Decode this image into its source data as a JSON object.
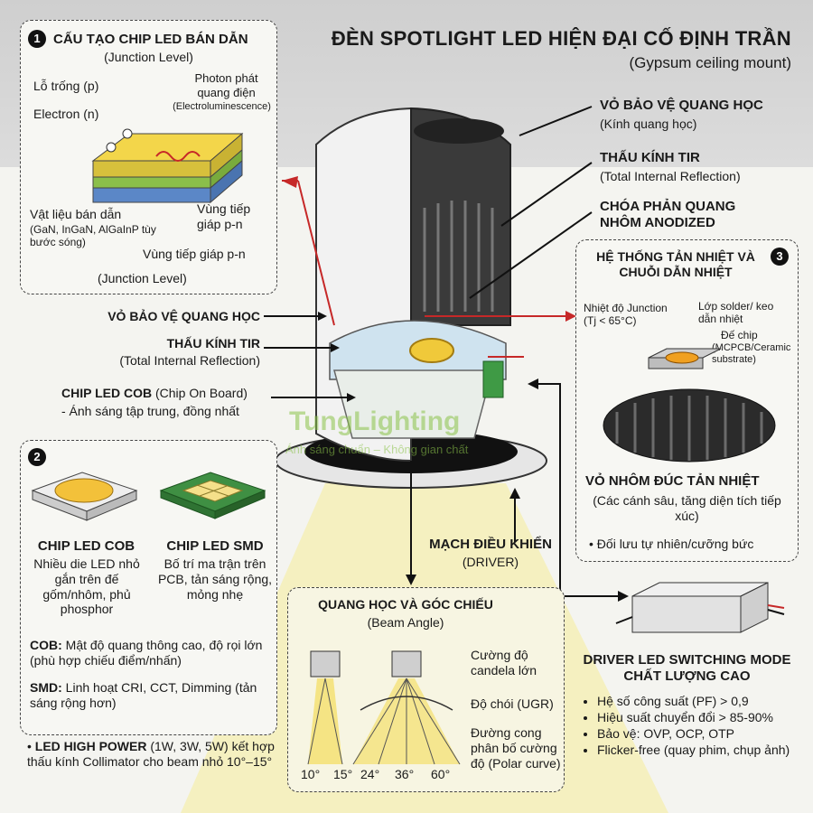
{
  "title": "ĐÈN SPOTLIGHT LED HIỆN ĐẠI CỐ ĐỊNH TRẦN",
  "subtitle": "(Gypsum ceiling mount)",
  "watermark": {
    "brand": "TungLighting",
    "tagline": "Ánh sáng chuẩn – Không gian chất"
  },
  "panel1": {
    "number": "1",
    "title": "CẤU TẠO CHIP LED BÁN DẪN",
    "subtitle": "(Junction Level)",
    "hole": "Lỗ trống (p)",
    "electron": "Electron (n)",
    "photon": "Photon phát quang điện",
    "photon_sub": "(Electroluminescence)",
    "material": "Vật liệu bán dẫn",
    "material_sub": "(GaN, InGaN, AlGaInP tùy bước sóng)",
    "zone": "Vùng tiếp giáp p-n",
    "zone2": "Vùng tiếp giáp p-n",
    "footer": "(Junction Level)"
  },
  "left_labels": {
    "protect": "VỎ BẢO VỆ QUANG HỌC",
    "tir": "THẤU KÍNH TIR",
    "tir_sub": "(Total Internal Reflection)",
    "cob_title": "CHIP LED COB",
    "cob_rest": "(Chip On Board)",
    "cob_desc": "- Ánh sáng tập trung, đồng nhất"
  },
  "right_labels": {
    "protect": "VỎ BẢO VỆ QUANG HỌC",
    "protect_sub": "(Kính quang học)",
    "tir": "THẤU KÍNH TIR",
    "tir_sub": "(Total Internal Reflection)",
    "reflector": "CHÓA PHẢN QUANG NHÔM ANODIZED"
  },
  "panel2": {
    "number": "2",
    "cob_title": "CHIP LED COB",
    "cob_desc": "Nhiều die LED nhỏ gắn trên đế gốm/nhôm, phủ phosphor",
    "smd_title": "CHIP LED SMD",
    "smd_desc": "Bố trí ma trận trên PCB, tản sáng rộng, mỏng nhẹ",
    "cob_note_label": "COB:",
    "cob_note": "Mật độ quang thông cao, độ rọi lớn (phù hợp chiếu điểm/nhấn)",
    "smd_note_label": "SMD:",
    "smd_note": "Linh hoạt CRI, CCT, Dimming (tản sáng rộng hơn)",
    "hp_label": "LED HIGH POWER",
    "hp_rest": "(1W, 3W, 5W) kết hợp thấu kính Collimator cho beam nhỏ 10°–15°"
  },
  "panel3": {
    "number": "3",
    "title": "HỆ THỐNG TẢN NHIỆT VÀ CHUỖI DẪN NHIỆT",
    "junction_temp": "Nhiệt độ Junction (Tj < 65°C)",
    "solder": "Lớp solder/ keo dẫn nhiệt",
    "substrate": "Đế chip",
    "substrate_sub": "(MCPCB/Ceramic substrate)",
    "housing": "VỎ NHÔM ĐÚC TẢN NHIỆT",
    "housing_desc": "(Các cánh sâu, tăng diện tích tiếp xúc)",
    "convection": "Đối lưu tự nhiên/cưỡng bức"
  },
  "driver_label": {
    "title": "MẠCH ĐIỀU KHIỂN",
    "sub": "(DRIVER)"
  },
  "beam_panel": {
    "title": "QUANG HỌC VÀ GÓC CHIẾU",
    "subtitle": "(Beam Angle)",
    "intensity": "Cường độ candela lớn",
    "ugr": "Độ chói (UGR)",
    "polar": "Đường cong phân bố cường độ (Polar curve)",
    "angles": [
      "10°",
      "15°",
      "24°",
      "36°",
      "60°"
    ]
  },
  "driver_box": {
    "title": "DRIVER LED SWITCHING MODE CHẤT LƯỢNG CAO",
    "items": [
      "Hệ số công suất (PF) > 0,9",
      "Hiệu suất chuyển đổi > 85-90%",
      "Bảo vệ: OVP, OCP, OTP",
      "Flicker-free (quay phim, chụp ảnh)"
    ]
  }
}
